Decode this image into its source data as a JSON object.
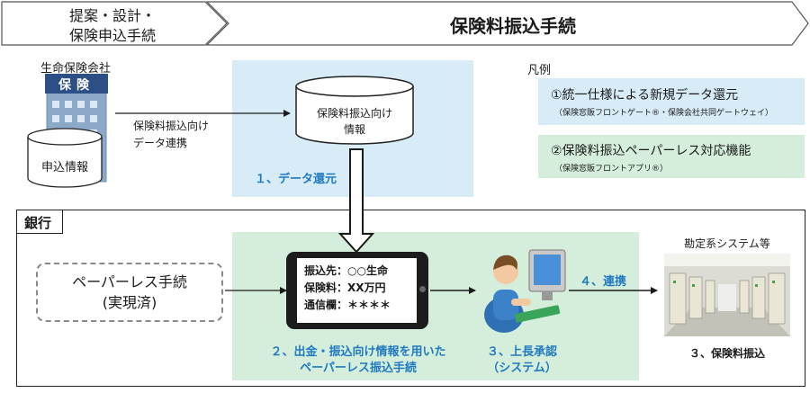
{
  "header": {
    "phase_line1": "提案・設計・",
    "phase_line2": "保険申込手続",
    "title": "保険料振込手続"
  },
  "insurer": {
    "name": "生命保険会社",
    "sign": "保険",
    "db_label": "申込情報",
    "link_line1": "保険料振込向け",
    "link_line2": "データ連携"
  },
  "data_return": {
    "db_line1": "保険料振込向け",
    "db_line2": "情報",
    "step_label": "１、データ還元"
  },
  "legend": {
    "title": "凡例",
    "item1_title": "①統一仕様による新規データ還元",
    "item1_sub": "（保険窓販フロントゲート®・保険会社共同ゲートウェイ）",
    "item2_title": "②保険料振込ペーパーレス対応機能",
    "item2_sub": "（保険窓販フロントアプリ®）",
    "colors": {
      "item1": "#d7ecf7",
      "item2": "#d5eedb"
    }
  },
  "bank": {
    "label": "銀行",
    "paperless_line1": "ペーパーレス手続",
    "paperless_line2": "(実現済)",
    "tablet": {
      "line1": "振込先：○○生命",
      "line2": "保険料：XX万円",
      "line3": "通信欄：＊＊＊＊"
    },
    "step2_line1": "２、出金・振込向け情報を用いた",
    "step2_line2": "ペーパーレス振込手続",
    "step3_line1": "３、上長承認",
    "step3_line2": "（システム）",
    "step4": "４、連携",
    "core_system": "勘定系システム等",
    "step3b": "３、保険料振込"
  },
  "colors": {
    "step_text": "#1f7ac0",
    "blue_panel": "#d7ecf7",
    "green_panel": "#d5eedb"
  }
}
